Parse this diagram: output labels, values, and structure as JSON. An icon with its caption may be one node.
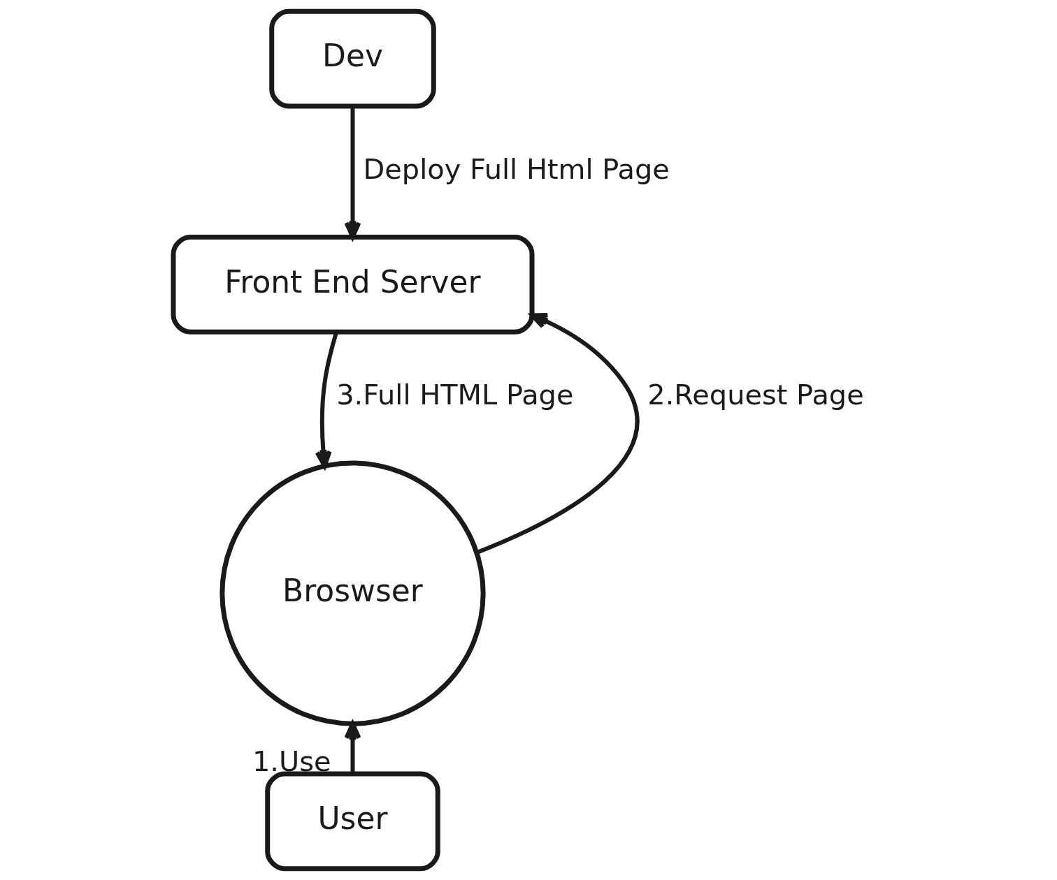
{
  "diagram": {
    "nodes": [
      {
        "text": [
          "Dev"
        ]
      },
      {
        "text": [
          "Front End Server"
        ]
      },
      {
        "text": [
          "Broswser"
        ]
      },
      {
        "text": [
          "User"
        ]
      }
    ],
    "edges": [
      {
        "from": 0,
        "to": 1,
        "arrow": "to",
        "label": "Deploy Full Html Page"
      },
      {
        "from": 3,
        "to": 2,
        "arrow": "to",
        "label": "1.Use"
      },
      {
        "from": 2,
        "to": 1,
        "arrow": "to",
        "label": "2.Request Page"
      },
      {
        "from": 1,
        "to": 2,
        "arrow": "to",
        "label": "3.Full HTML Page"
      }
    ]
  }
}
